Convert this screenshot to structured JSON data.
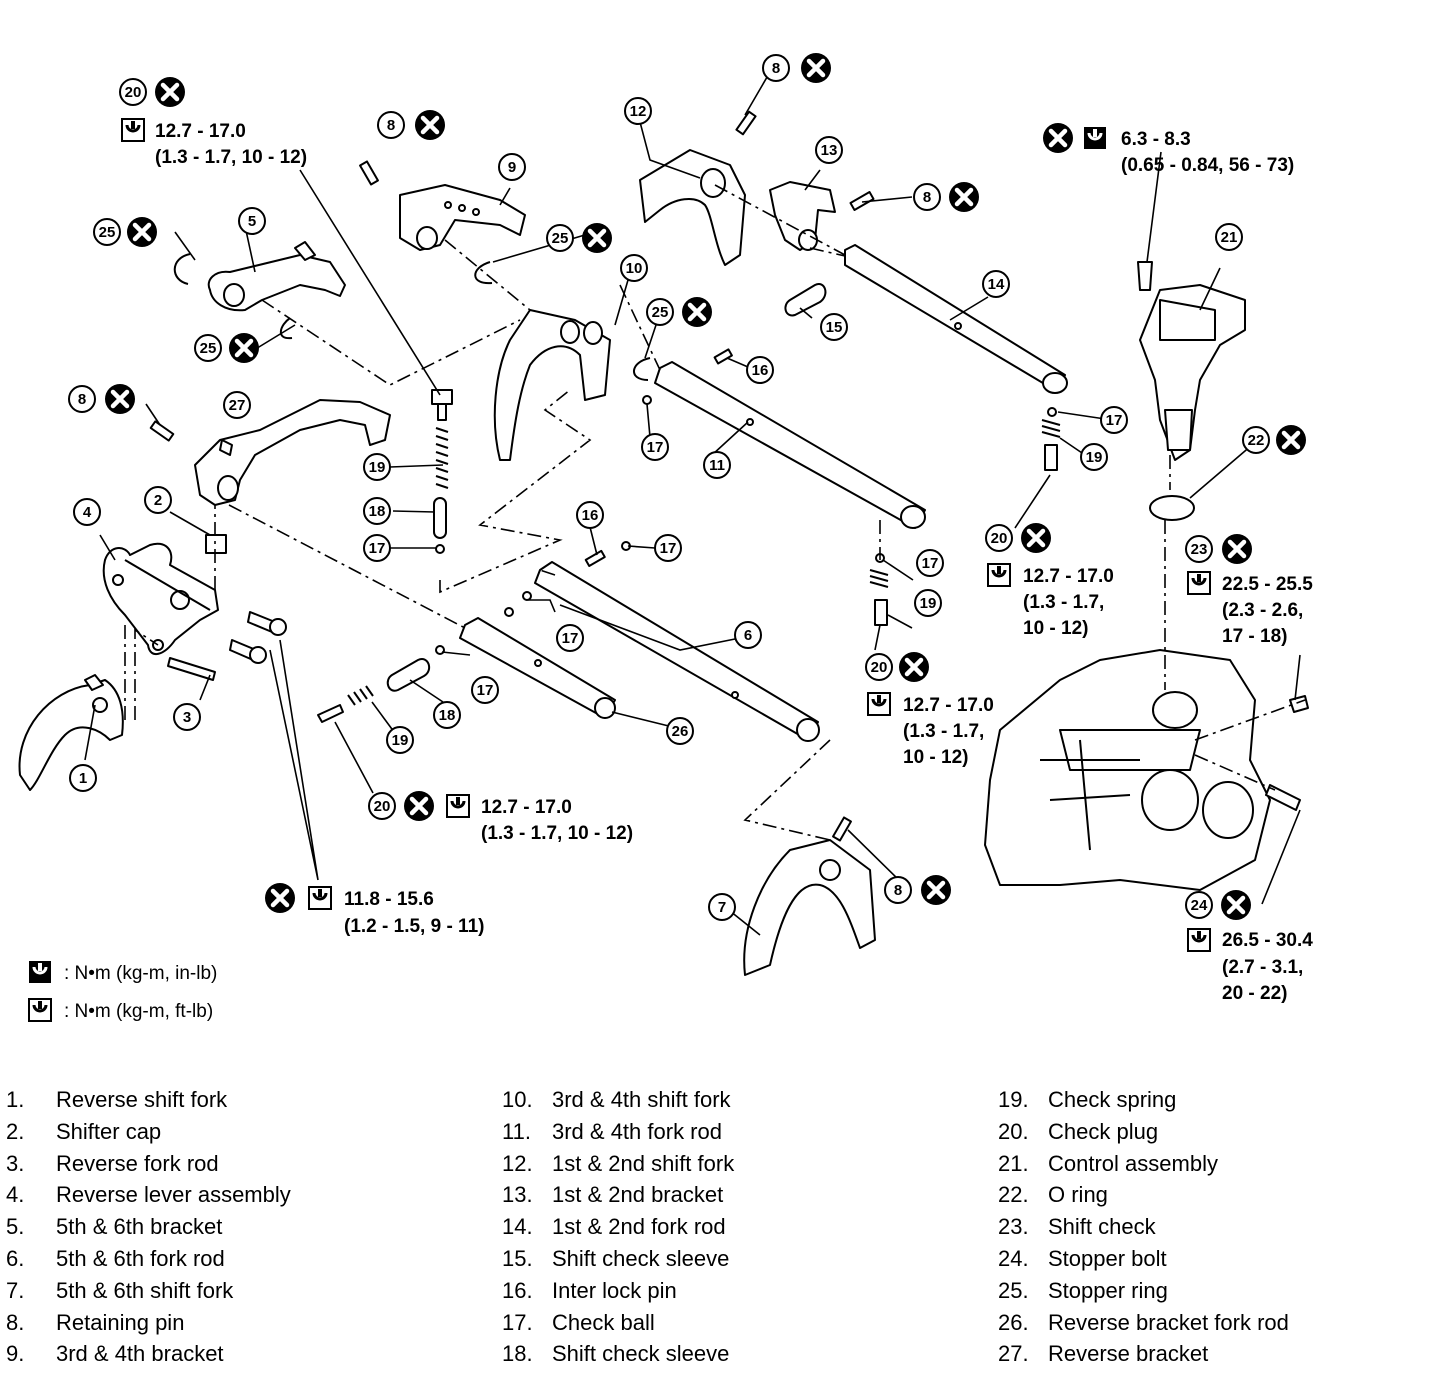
{
  "callouts": {
    "c1": "1",
    "c2": "2",
    "c3": "3",
    "c4": "4",
    "c5": "5",
    "c6": "6",
    "c7": "7",
    "c8a": "8",
    "c8b": "8",
    "c8c": "8",
    "c8d": "8",
    "c8e": "8",
    "c9": "9",
    "c10": "10",
    "c11": "11",
    "c12": "12",
    "c13": "13",
    "c14": "14",
    "c15": "15",
    "c16a": "16",
    "c16b": "16",
    "c17a": "17",
    "c17b": "17",
    "c17c": "17",
    "c17d": "17",
    "c17e": "17",
    "c17f": "17",
    "c18a": "18",
    "c18b": "18",
    "c19a": "19",
    "c19b": "19",
    "c19c": "19",
    "c19d": "19",
    "c20a": "20",
    "c20b": "20",
    "c20c": "20",
    "c20d": "20",
    "c21": "21",
    "c22": "22",
    "c23": "23",
    "c24": "24",
    "c25a": "25",
    "c25b": "25",
    "c25c": "25",
    "c25d": "25",
    "c26": "26",
    "c27": "27"
  },
  "torque": {
    "t_topleft_1": "12.7 - 17.0",
    "t_topleft_2": "(1.3 - 1.7, 10 - 12)",
    "t_control_1": "6.3 - 8.3",
    "t_control_2": "(0.65 - 0.84, 56 - 73)",
    "t_plug_right_1": "12.7 - 17.0",
    "t_plug_right_2": "(1.3 - 1.7,",
    "t_plug_right_3": "10 - 12)",
    "t_shiftcheck_1": "22.5 - 25.5",
    "t_shiftcheck_2": "(2.3 - 2.6,",
    "t_shiftcheck_3": "17 - 18)",
    "t_plug_mid_1": "12.7 - 17.0",
    "t_plug_mid_2": "(1.3 - 1.7,",
    "t_plug_mid_3": "10 - 12)",
    "t_plug_bottom_1": "12.7 - 17.0",
    "t_plug_bottom_2": "(1.3 - 1.7, 10 - 12)",
    "t_lever_1": "11.8 - 15.6",
    "t_lever_2": "(1.2 - 1.5, 9 - 11)",
    "t_stopper_1": "26.5 - 30.4",
    "t_stopper_2": "(2.7 - 3.1,",
    "t_stopper_3": "20 - 22)"
  },
  "legend": {
    "inlb": ": N•m (kg-m,  in-lb)",
    "ftlb": ": N•m (kg-m, ft-lb)"
  },
  "parts_list": [
    [
      {
        "no": "1.",
        "name": "Reverse shift fork"
      },
      {
        "no": "2.",
        "name": "Shifter cap"
      },
      {
        "no": "3.",
        "name": "Reverse fork rod"
      },
      {
        "no": "4.",
        "name": "Reverse lever assembly"
      },
      {
        "no": "5.",
        "name": "5th & 6th bracket"
      },
      {
        "no": "6.",
        "name": "5th & 6th fork rod"
      },
      {
        "no": "7.",
        "name": "5th & 6th shift fork"
      },
      {
        "no": "8.",
        "name": "Retaining pin"
      },
      {
        "no": "9.",
        "name": "3rd & 4th bracket"
      }
    ],
    [
      {
        "no": "10.",
        "name": "3rd & 4th shift fork"
      },
      {
        "no": "11.",
        "name": "3rd & 4th fork rod"
      },
      {
        "no": "12.",
        "name": "1st & 2nd shift fork"
      },
      {
        "no": "13.",
        "name": "1st & 2nd bracket"
      },
      {
        "no": "14.",
        "name": "1st & 2nd fork rod"
      },
      {
        "no": "15.",
        "name": "Shift check sleeve"
      },
      {
        "no": "16.",
        "name": "Inter lock pin"
      },
      {
        "no": "17.",
        "name": "Check ball"
      },
      {
        "no": "18.",
        "name": "Shift check sleeve"
      }
    ],
    [
      {
        "no": "19.",
        "name": "Check spring"
      },
      {
        "no": "20.",
        "name": "Check plug"
      },
      {
        "no": "21.",
        "name": "Control assembly"
      },
      {
        "no": "22.",
        "name": "O ring"
      },
      {
        "no": "23.",
        "name": "Shift check"
      },
      {
        "no": "24.",
        "name": "Stopper bolt"
      },
      {
        "no": "25.",
        "name": "Stopper ring"
      },
      {
        "no": "26.",
        "name": "Reverse bracket fork rod"
      },
      {
        "no": "27.",
        "name": "Reverse bracket"
      }
    ]
  ],
  "icons": {
    "replace": "x-circle-icon",
    "torque_inlb": "torque-wrench-filled-icon",
    "torque_ftlb": "torque-wrench-outline-icon"
  }
}
